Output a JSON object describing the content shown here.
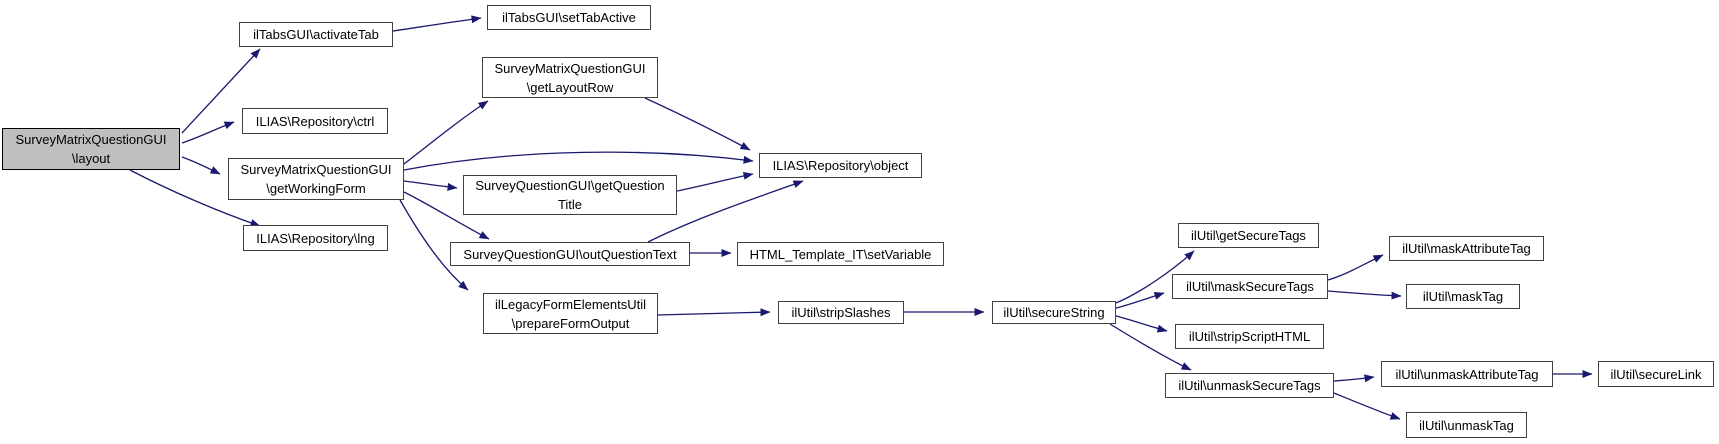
{
  "diagram": {
    "type": "call-graph",
    "root_function": "SurveyMatrixQuestionGUI\\layout",
    "colors": {
      "edge": "#191970",
      "node_border": "#404040",
      "node_bg": "#ffffff",
      "root_node_bg": "#bfbfbf",
      "text": "#000000",
      "background": "#ffffff"
    },
    "nodes": [
      {
        "id": "layout",
        "label": "SurveyMatrixQuestionGUI\n\\layout",
        "role": "root"
      },
      {
        "id": "activateTab",
        "label": "ilTabsGUI\\activateTab",
        "role": "callee"
      },
      {
        "id": "setTabActive",
        "label": "ilTabsGUI\\setTabActive",
        "role": "callee"
      },
      {
        "id": "ctrl",
        "label": "ILIAS\\Repository\\ctrl",
        "role": "callee"
      },
      {
        "id": "getWorkingForm",
        "label": "SurveyMatrixQuestionGUI\n\\getWorkingForm",
        "role": "callee"
      },
      {
        "id": "lng",
        "label": "ILIAS\\Repository\\lng",
        "role": "callee"
      },
      {
        "id": "getLayoutRow",
        "label": "SurveyMatrixQuestionGUI\n\\getLayoutRow",
        "role": "callee"
      },
      {
        "id": "getQuestionTitle",
        "label": "SurveyQuestionGUI\\getQuestion\nTitle",
        "role": "callee"
      },
      {
        "id": "outQuestionText",
        "label": "SurveyQuestionGUI\\outQuestionText",
        "role": "callee"
      },
      {
        "id": "setVariable",
        "label": "HTML_Template_IT\\setVariable",
        "role": "callee"
      },
      {
        "id": "prepareFormOutput",
        "label": "ilLegacyFormElementsUtil\n\\prepareFormOutput",
        "role": "callee"
      },
      {
        "id": "object",
        "label": "ILIAS\\Repository\\object",
        "role": "callee"
      },
      {
        "id": "stripSlashes",
        "label": "ilUtil\\stripSlashes",
        "role": "callee"
      },
      {
        "id": "secureString",
        "label": "ilUtil\\secureString",
        "role": "callee"
      },
      {
        "id": "getSecureTags",
        "label": "ilUtil\\getSecureTags",
        "role": "callee"
      },
      {
        "id": "maskSecureTags",
        "label": "ilUtil\\maskSecureTags",
        "role": "callee"
      },
      {
        "id": "stripScriptHTML",
        "label": "ilUtil\\stripScriptHTML",
        "role": "callee"
      },
      {
        "id": "unmaskSecureTags",
        "label": "ilUtil\\unmaskSecureTags",
        "role": "callee"
      },
      {
        "id": "maskAttributeTag",
        "label": "ilUtil\\maskAttributeTag",
        "role": "callee"
      },
      {
        "id": "maskTag",
        "label": "ilUtil\\maskTag",
        "role": "callee"
      },
      {
        "id": "unmaskAttributeTag",
        "label": "ilUtil\\unmaskAttributeTag",
        "role": "callee"
      },
      {
        "id": "unmaskTag",
        "label": "ilUtil\\unmaskTag",
        "role": "callee"
      },
      {
        "id": "secureLink",
        "label": "ilUtil\\secureLink",
        "role": "callee"
      }
    ],
    "edges": [
      {
        "from": "layout",
        "to": "activateTab"
      },
      {
        "from": "layout",
        "to": "ctrl"
      },
      {
        "from": "layout",
        "to": "getWorkingForm"
      },
      {
        "from": "layout",
        "to": "lng"
      },
      {
        "from": "activateTab",
        "to": "setTabActive"
      },
      {
        "from": "getWorkingForm",
        "to": "getLayoutRow"
      },
      {
        "from": "getWorkingForm",
        "to": "object"
      },
      {
        "from": "getWorkingForm",
        "to": "getQuestionTitle"
      },
      {
        "from": "getWorkingForm",
        "to": "outQuestionText"
      },
      {
        "from": "getWorkingForm",
        "to": "prepareFormOutput"
      },
      {
        "from": "getLayoutRow",
        "to": "object"
      },
      {
        "from": "getQuestionTitle",
        "to": "object"
      },
      {
        "from": "outQuestionText",
        "to": "setVariable"
      },
      {
        "from": "outQuestionText",
        "to": "object"
      },
      {
        "from": "prepareFormOutput",
        "to": "stripSlashes"
      },
      {
        "from": "stripSlashes",
        "to": "secureString"
      },
      {
        "from": "secureString",
        "to": "getSecureTags"
      },
      {
        "from": "secureString",
        "to": "maskSecureTags"
      },
      {
        "from": "secureString",
        "to": "stripScriptHTML"
      },
      {
        "from": "secureString",
        "to": "unmaskSecureTags"
      },
      {
        "from": "maskSecureTags",
        "to": "maskAttributeTag"
      },
      {
        "from": "maskSecureTags",
        "to": "maskTag"
      },
      {
        "from": "unmaskSecureTags",
        "to": "unmaskAttributeTag"
      },
      {
        "from": "unmaskSecureTags",
        "to": "unmaskTag"
      },
      {
        "from": "unmaskAttributeTag",
        "to": "secureLink"
      }
    ]
  }
}
